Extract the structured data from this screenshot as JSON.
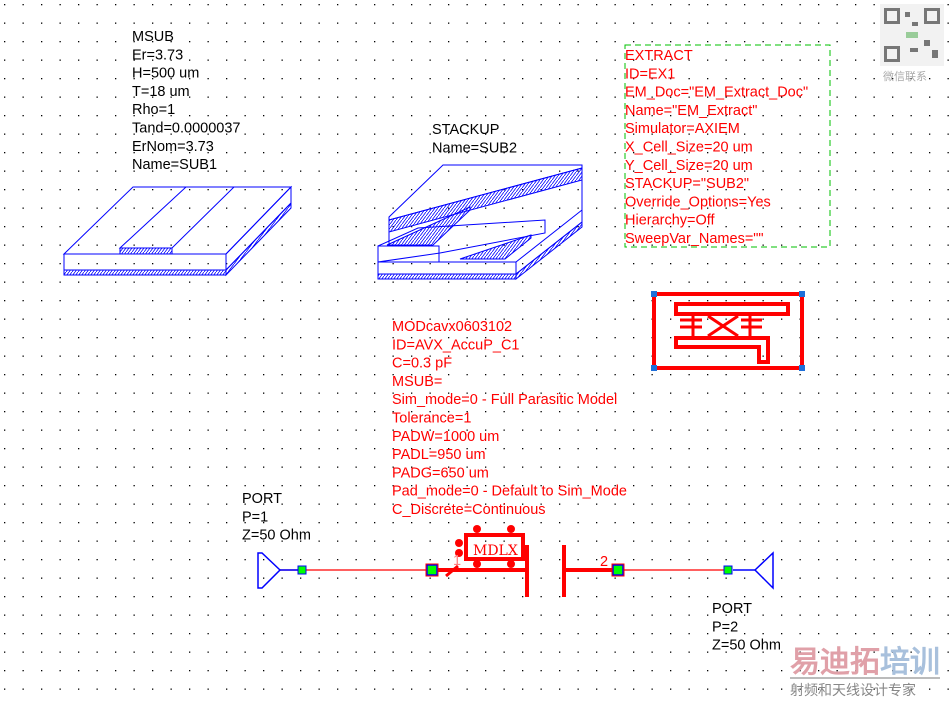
{
  "msub": {
    "lines": [
      "MSUB",
      "Er=3.73",
      "H=500 um",
      "T=18 um",
      "Rho=1",
      "Tand=0.0000037",
      "ErNom=3.73",
      "Name=SUB1"
    ]
  },
  "stackup": {
    "lines": [
      "STACKUP",
      "Name=SUB2"
    ]
  },
  "extract": {
    "lines": [
      "EXTRACT",
      "ID=EX1",
      "EM_Doc=\"EM_Extract_Doc\"",
      "Name=\"EM_Extract\"",
      "Simulator=AXIEM",
      "X_Cell_Size=20 um",
      "Y_Cell_Size=20 um",
      "STACKUP=\"SUB2\"",
      "Override_Options=Yes",
      "Hierarchy=Off",
      "SweepVar_Names=\"\""
    ]
  },
  "capacitor": {
    "lines": [
      "MODcavx0603102",
      "ID=AVX_AccuP_C1",
      "C=0.3 pF",
      "MSUB=",
      "Sim_mode=0 - Full Parasitic Model",
      "Tolerance=1",
      "PADW=1000 um",
      "PADL=950 um",
      "PADG=650 um",
      "Pad_mode=0 - Default to Sim_Mode",
      "C_Discrete=Continuous"
    ],
    "symbol_label": "MDLX",
    "pin1": "1",
    "pin2": "2"
  },
  "port1": {
    "lines": [
      "PORT",
      "P=1",
      "Z=50 Ohm"
    ]
  },
  "port2": {
    "lines": [
      "PORT",
      "P=2",
      "Z=50 Ohm"
    ]
  },
  "watermark": {
    "qr_caption": "微信联系",
    "brand": "易迪拓培训",
    "brand_a": "易迪拓",
    "brand_b": "培训",
    "tagline": "射频和天线设计专家"
  },
  "colors": {
    "element": "#ff0000",
    "substrate": "#0000ff",
    "node": "#00ff00",
    "handle": "#1e6fd9"
  }
}
